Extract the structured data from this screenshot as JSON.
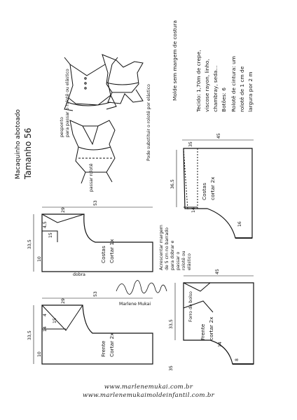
{
  "document": {
    "title": "Macaquinho abotoado",
    "size_label": "Tamanho 56",
    "side_note": "Molde sem margem de costura"
  },
  "materials": {
    "line1": "Tecido: 1,70m de crepe,",
    "line2": "viscose rayon, linho,",
    "line3": "chambray, seda...",
    "line4": "Botões: 6",
    "line5": "Rolotê de cintura: um",
    "line6": "rolotê de 1 cm de",
    "line7": "largura por 2 m"
  },
  "notes": {
    "subst_rolote": "Pode substituir o rolotê por elástico",
    "pesponto_1": "pesponto",
    "pesponto_2": "para passar o rolotê ou elástico",
    "passar_rolote": "passar rolotê",
    "acrescentar_1": "Acrescentar margem",
    "acrescentar_2": "de 5 cm no barrado",
    "acrescentar_3": "para dobrar e",
    "acrescentar_4": "passar o",
    "acrescentar_5": "rolotê ou",
    "acrescentar_6": "elástico",
    "signature": "Marlene Mukai"
  },
  "pieces": {
    "costas_shorts": {
      "label1": "Costas",
      "label2": "cortar 2x",
      "dim_w": "45",
      "dim_h": "36,5",
      "dim_top": "35",
      "dim_crotch": "14",
      "dim_leg": "16"
    },
    "costas_top": {
      "label1": "Costas",
      "label2": "Cortar 1x",
      "fold": "dobra",
      "dim_w": "53",
      "dim_sh": "29",
      "dim_h": "33,5",
      "dim_a": "10",
      "dim_b": "15",
      "dim_c": "4,5"
    },
    "frente_top": {
      "label1": "Frente",
      "label2": "Cortar 2x",
      "dim_w": "53",
      "dim_sh": "29",
      "dim_h": "33,5",
      "dim_a": "10",
      "dim_b": "15",
      "dim_c": "4",
      "dim_d": "14"
    },
    "frente_shorts": {
      "label1": "Frente",
      "label2": "cortar 2x",
      "dim_w": "45",
      "dim_h": "33,5",
      "dim_top": "35",
      "dim_crotch": "14",
      "dim_leg": "8",
      "bolso": "Forro do bolso"
    }
  },
  "footer": {
    "url1": "www.marlenemukai.com.br",
    "url2": "www.marlenemukaimoldeinfantil.com.br"
  }
}
